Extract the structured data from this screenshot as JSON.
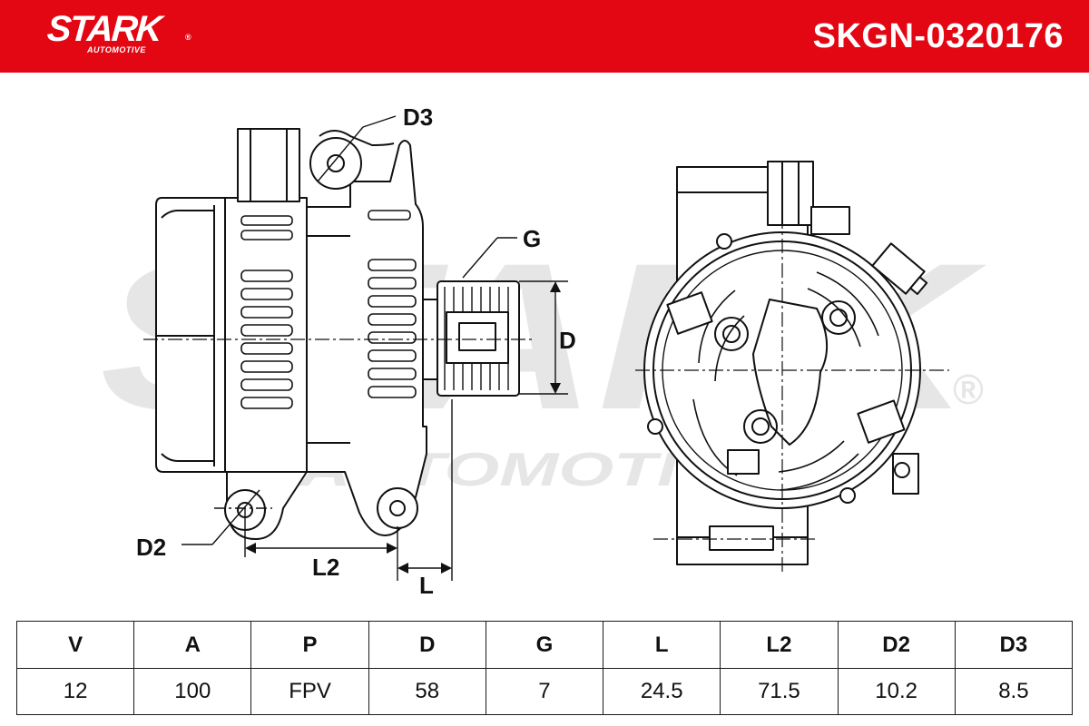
{
  "header": {
    "brand": "STARK",
    "brand_sub": "AUTOMOTIVE",
    "reg_mark": "®",
    "part_number": "SKGN-0320176",
    "bg_color": "#e30613"
  },
  "watermark": {
    "brand": "STARK",
    "brand_sub": "AUTOMOTIVE",
    "reg_mark": "®"
  },
  "diagram": {
    "labels": {
      "d3": "D3",
      "g": "G",
      "d": "D",
      "d2": "D2",
      "l2": "L2",
      "l": "L"
    }
  },
  "specs": {
    "headers": [
      "V",
      "A",
      "P",
      "D",
      "G",
      "L",
      "L2",
      "D2",
      "D3"
    ],
    "values": [
      "12",
      "100",
      "FPV",
      "58",
      "7",
      "24.5",
      "71.5",
      "10.2",
      "8.5"
    ]
  }
}
